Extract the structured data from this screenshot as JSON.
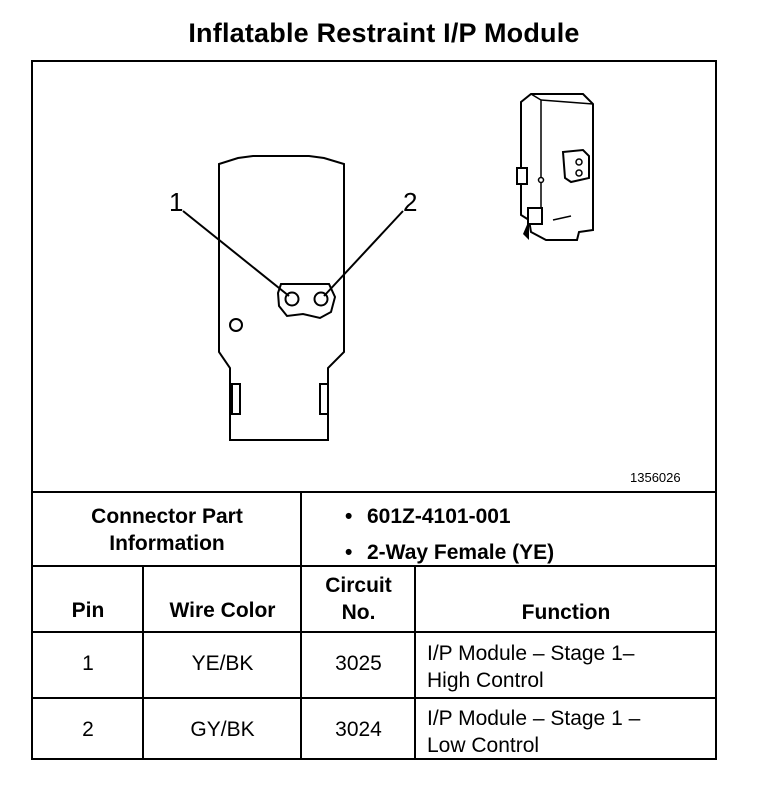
{
  "title": "Inflatable Restraint I/P Module",
  "figure_id": "1356026",
  "callouts": [
    "1",
    "2"
  ],
  "connector": {
    "label_line1": "Connector Part",
    "label_line2": "Information",
    "items": [
      "601Z-4101-001",
      "2-Way Female (YE)"
    ]
  },
  "table": {
    "headers": {
      "pin": "Pin",
      "wire_color": "Wire Color",
      "circuit_line1": "Circuit",
      "circuit_line2": "No.",
      "function": "Function"
    },
    "rows": [
      {
        "pin": "1",
        "wire_color": "YE/BK",
        "circuit": "3025",
        "function_line1": "I/P Module – Stage 1–",
        "function_line2": "High Control"
      },
      {
        "pin": "2",
        "wire_color": "GY/BK",
        "circuit": "3024",
        "function_line1": "I/P Module – Stage 1 –",
        "function_line2": "Low Control"
      }
    ]
  }
}
